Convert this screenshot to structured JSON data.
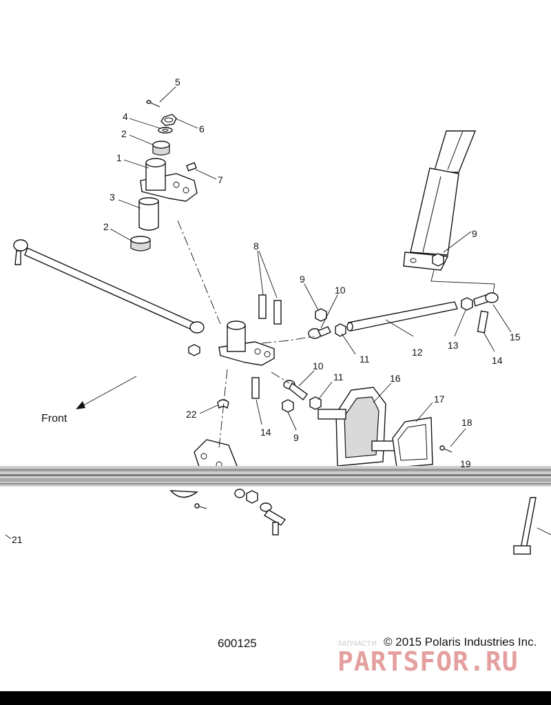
{
  "diagram": {
    "callouts": {
      "c1": "1",
      "c2a": "2",
      "c2b": "2",
      "c3": "3",
      "c4": "4",
      "c5": "5",
      "c6": "6",
      "c7": "7",
      "c8": "8",
      "c9a": "9",
      "c9b": "9",
      "c9c": "9",
      "c10a": "10",
      "c10b": "10",
      "c11a": "11",
      "c11b": "11",
      "c12": "12",
      "c13": "13",
      "c14a": "14",
      "c14b": "14",
      "c15": "15",
      "c16": "16",
      "c17": "17",
      "c18": "18",
      "c19": "19",
      "c21": "21",
      "c22": "22"
    },
    "front_label": "Front",
    "figure_number": "600125",
    "copyright": "© 2015 Polaris Industries Inc."
  },
  "watermark": {
    "caption": "ЗАПЧАСТИ",
    "logo": "PARTSFOR.RU"
  },
  "colors": {
    "ink": "#111111",
    "watermark": "#e0908e",
    "background": "#ffffff"
  }
}
